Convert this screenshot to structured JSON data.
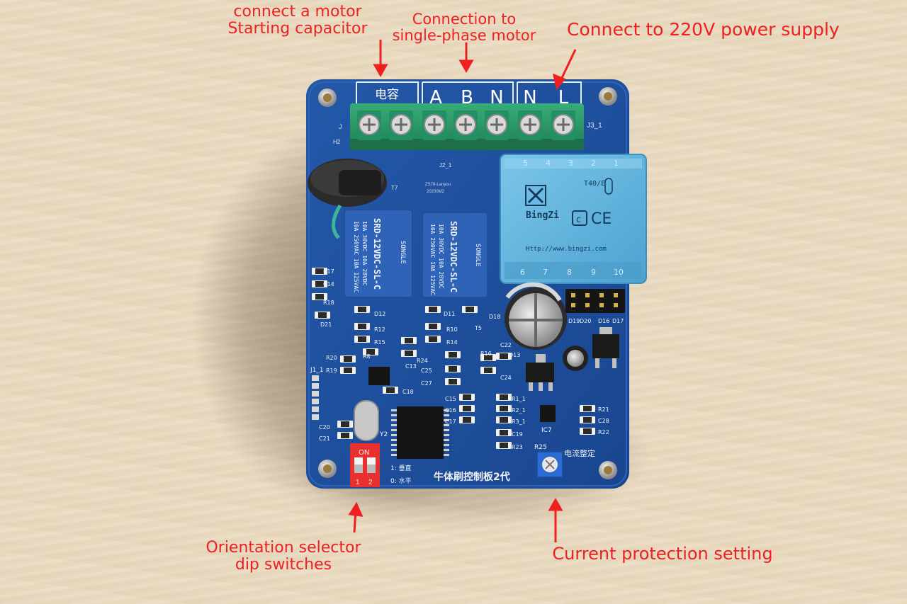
{
  "annotations": {
    "motor_capacitor_line1": "connect a motor",
    "motor_capacitor_line2": "Starting capacitor",
    "single_phase_line1": "Connection to",
    "single_phase_line2": "single-phase motor",
    "power_supply": "Connect to 220V power supply",
    "orientation_line1": "Orientation selector",
    "orientation_line2": "dip switches",
    "current_protection": "Current protection setting"
  },
  "board": {
    "terminal_header_capacitor": "电容",
    "terminal_labels": [
      "A",
      "B",
      "N",
      "N",
      "L"
    ],
    "terminal_ref": "J3_1",
    "j2_ref": "J2_1",
    "j1_ref": "J1_1",
    "relay_brand": "SONGLE",
    "relay_model": "SRD-12VDC-SL-C",
    "relay_rating_1": "10A 250VAC 10A 125VAC",
    "relay_rating_2": "10A 30VDC 10A 28VDC",
    "transformer_brand": "BingZi",
    "transformer_model": "T40/E",
    "transformer_url": "Http://www.bingzi.com",
    "transformer_pins_top": [
      "5",
      "4",
      "3",
      "2",
      "1"
    ],
    "transformer_pins_bottom": [
      "6",
      "7",
      "8",
      "9",
      "10"
    ],
    "board_title": "牛体刷控制板2代",
    "dip_on": "ON",
    "dip_numbers": [
      "1",
      "2"
    ],
    "legend_vertical": "1: 垂直",
    "legend_horizontal": "0: 水平",
    "pot_label": "电流整定",
    "pot_ref": "R25",
    "crystal_ref": "Y2",
    "ic_ref": "IC7",
    "silk_refs": [
      "R17",
      "C14",
      "R18",
      "D21",
      "D12",
      "R12",
      "R15",
      "D11",
      "R10",
      "R14",
      "D18",
      "T5",
      "C22",
      "D13",
      "C24",
      "R16",
      "R20",
      "R19",
      "R8",
      "C13",
      "R24",
      "C25",
      "C27",
      "C18",
      "C15",
      "C16",
      "C17",
      "R1_1",
      "R2_1",
      "R3_1",
      "C19",
      "R23",
      "R21",
      "C28",
      "R22",
      "C20",
      "C21",
      "D19",
      "D20",
      "D16",
      "D17",
      "T7",
      "H2",
      "H1"
    ],
    "silk_small_1": "ZS78-Lanyou",
    "silk_small_2": "20200M2"
  },
  "colors": {
    "pcb_blue": "#1d4e9a",
    "annotation_red": "#ee2020",
    "terminal_green": "#2e9a6a",
    "transformer_blue": "#5fb2dc",
    "relay_blue": "#2f63b8",
    "dip_red": "#e83030"
  }
}
